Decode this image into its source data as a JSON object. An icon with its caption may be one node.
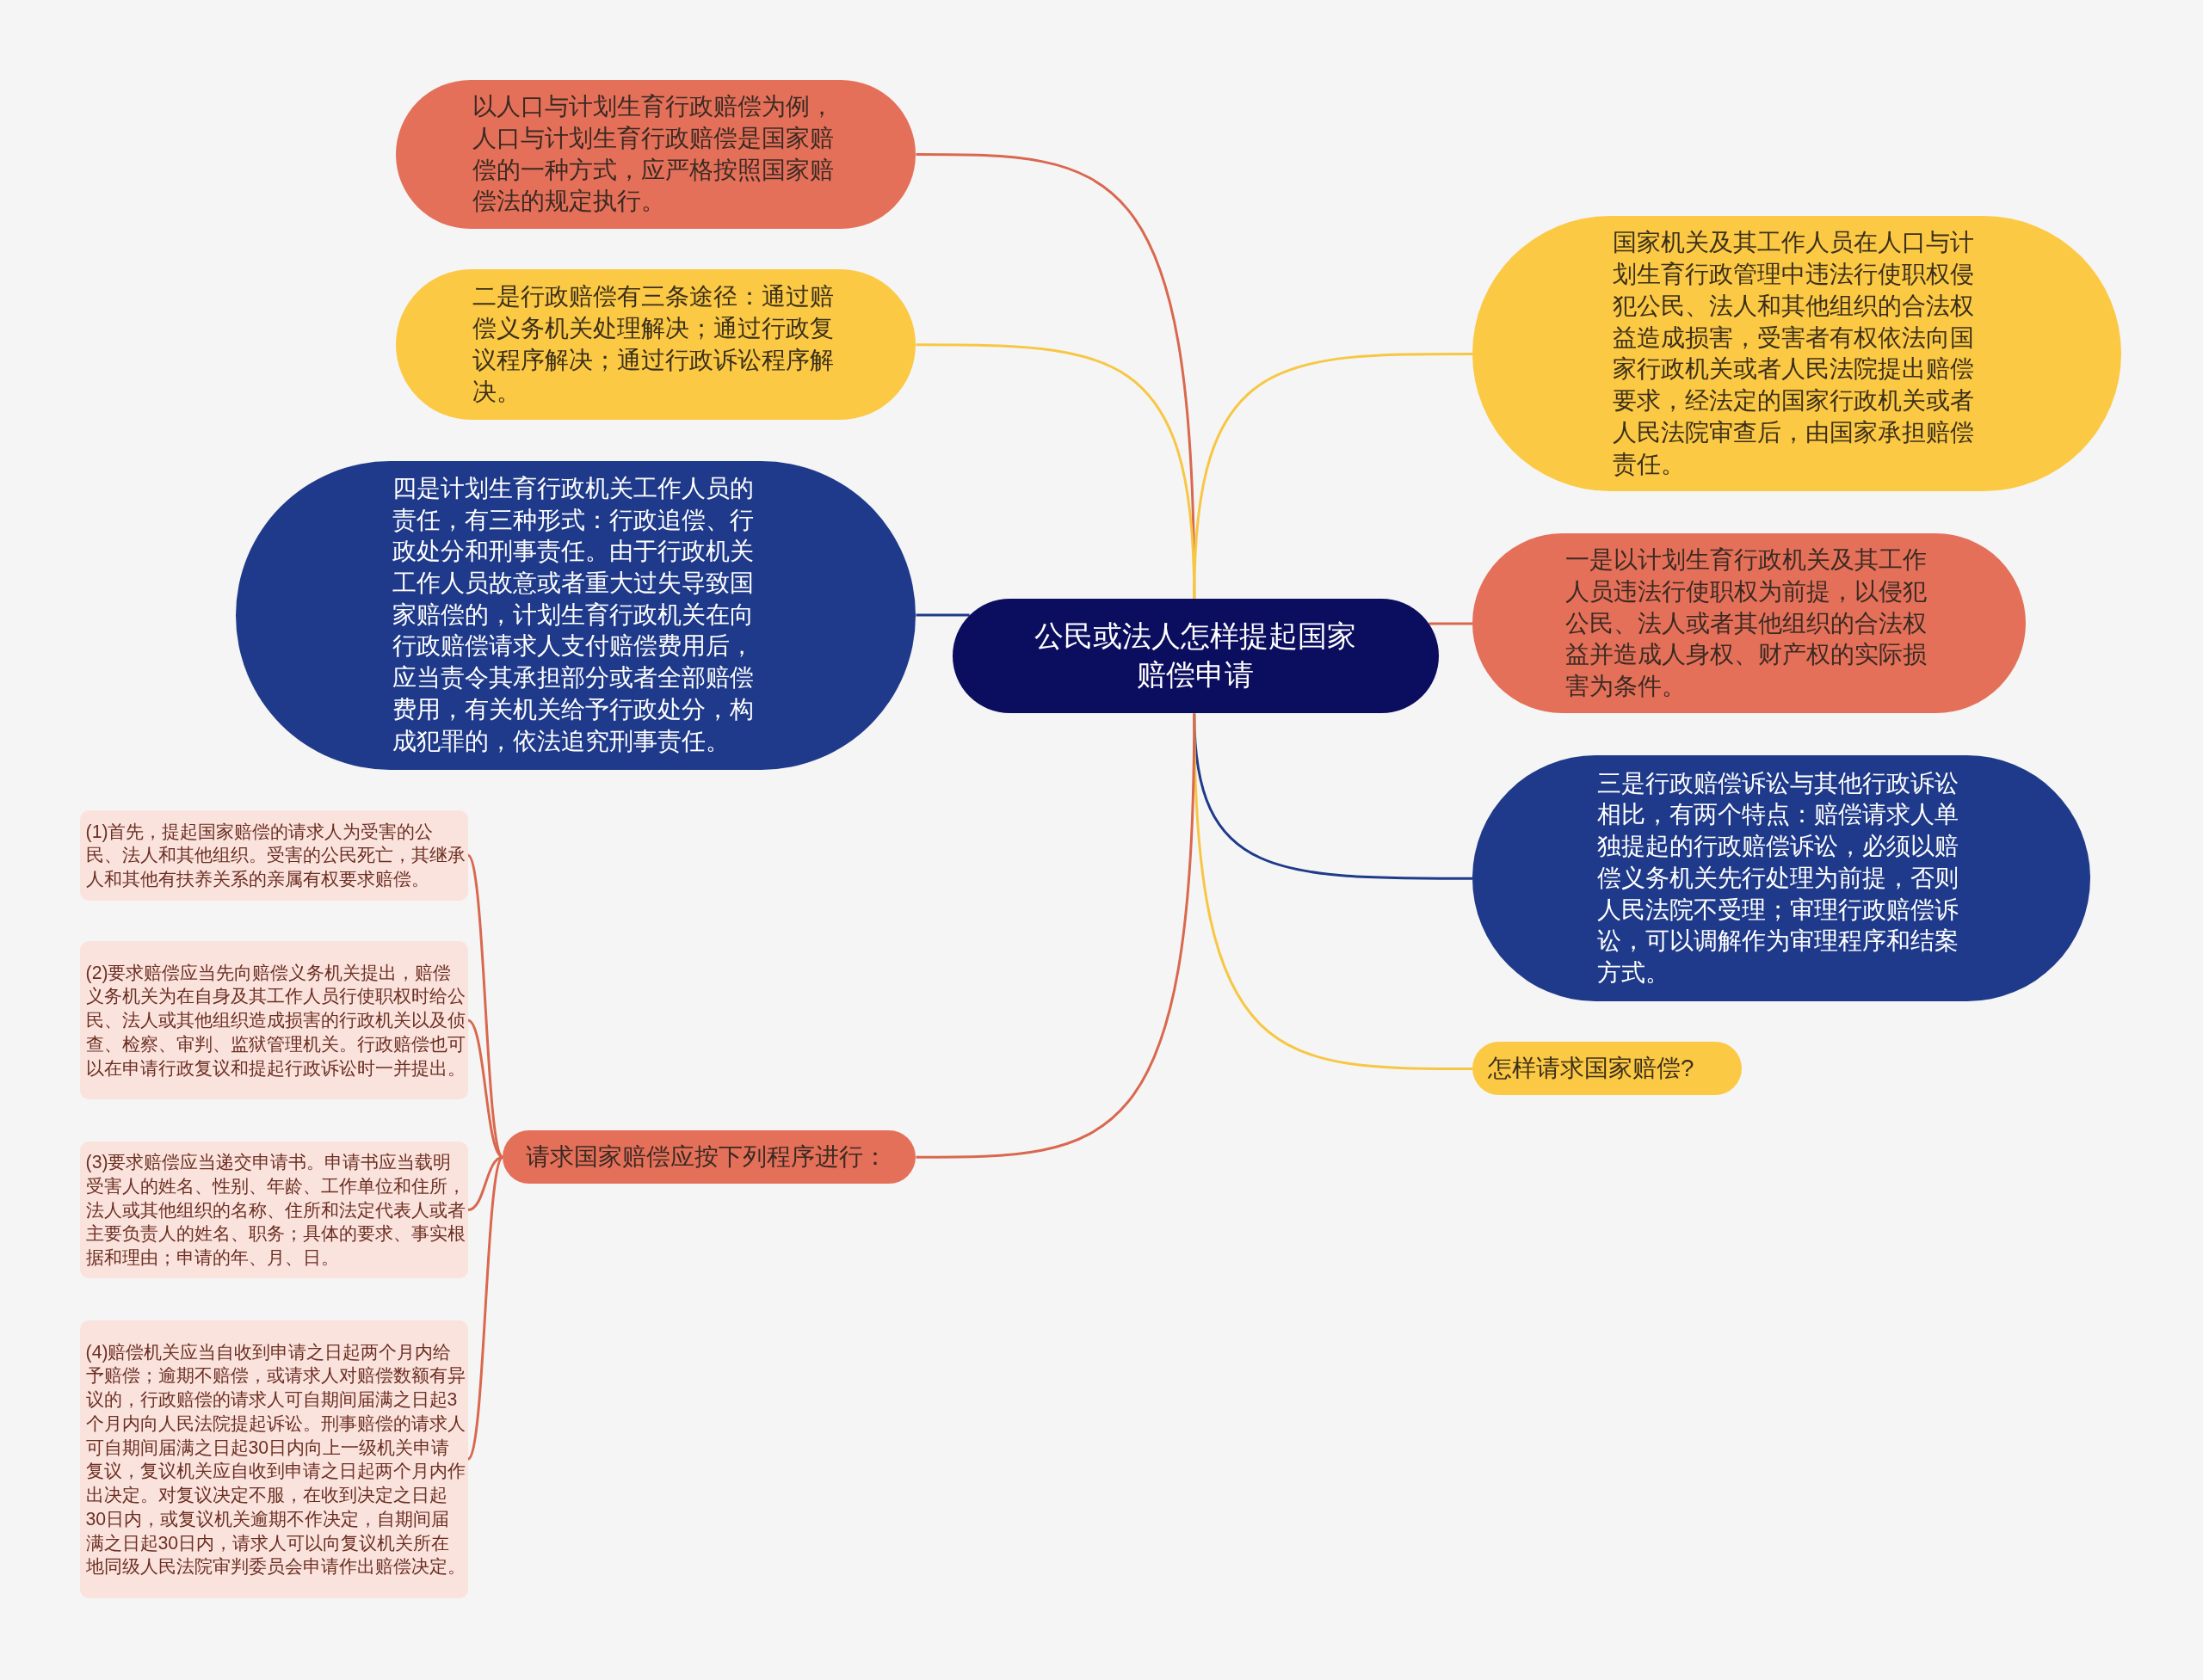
{
  "diagram": {
    "nodes": [
      {
        "text": [
          "公民或法人怎样提起国家赔偿申请"
        ]
      },
      {
        "text": [
          "以人口与计划生育行政赔偿为例，人口与计划生育行政赔偿是国家赔偿的一种方式，应严格按照国家赔偿法的规定执行。"
        ]
      },
      {
        "text": [
          "二是行政赔偿有三条途径：通过赔偿义务机关处理解决；通过行政复议程序解决；通过行政诉讼程序解决。"
        ]
      },
      {
        "text": [
          "四是计划生育行政机关工作人员的责任，有三种形式：行政追偿、行政处分和刑事责任。由于行政机关工作人员故意或者重大过失导致国家赔偿的，计划生育行政机关在向行政赔偿请求人支付赔偿费用后，应当责令其承担部分或者全部赔偿费用，有关机关给予行政处分，构成犯罪的，依法追究刑事责任。"
        ]
      },
      {
        "text": [
          "国家机关及其工作人员在人口与计划生育行政管理中违法行使职权侵犯公民、法人和其他组织的合法权益造成损害，受害者有权依法向国家行政机关或者人民法院提出赔偿要求，经法定的国家行政机关或者人民法院审查后，由国家承担赔偿责任。"
        ]
      },
      {
        "text": [
          "一是以计划生育行政机关及其工作人员违法行使职权为前提，以侵犯公民、法人或者其他组织的合法权益并造成人身权、财产权的实际损害为条件。"
        ]
      },
      {
        "text": [
          "三是行政赔偿诉讼与其他行政诉讼相比，有两个特点：赔偿请求人单独提起的行政赔偿诉讼，必须以赔偿义务机关先行处理为前提，否则人民法院不受理；审理行政赔偿诉讼，可以调解作为审理程序和结案方式。"
        ]
      },
      {
        "text": [
          "怎样请求国家赔偿?"
        ]
      },
      {
        "text": [
          "请求国家赔偿应按下列程序进行："
        ]
      },
      {
        "text": [
          "(1)首先，提起国家赔偿的请求人为受害的公民、法人和其他组织。受害的公民死亡，其继承人和其他有扶养关系的亲属有权要求赔偿。"
        ]
      },
      {
        "text": [
          "(2)要求赔偿应当先向赔偿义务机关提出，赔偿义务机关为在自身及其工作人员行使职权时给公民、法人或其他组织造成损害的行政机关以及侦查、检察、审判、监狱管理机关。行政赔偿也可以在申请行政复议和提起行政诉讼时一并提出。"
        ]
      },
      {
        "text": [
          "(3)要求赔偿应当递交申请书。申请书应当载明受害人的姓名、性别、年龄、工作单位和住所，法人或其他组织的名称、住所和法定代表人或者主要负责人的姓名、职务；具体的要求、事实根据和理由；申请的年、月、日。"
        ]
      },
      {
        "text": [
          "(4)赔偿机关应当自收到申请之日起两个月内给予赔偿；逾期不赔偿，或请求人对赔偿数额有异议的，行政赔偿的请求人可自期间届满之日起3个月内向人民法院提起诉讼。刑事赔偿的请求人可自期间届满之日起30日内向上一级机关申请复议，复议机关应自收到申请之日起两个月内作出决定。对复议决定不服，在收到决定之日起30日内，或复议机关逾期不作决定，自期间届满之日起30日内，请求人可以向复议机关所在地同级人民法院审判委员会申请作出赔偿决定。"
        ]
      }
    ],
    "edges": [
      {
        "from": 0,
        "to": 1,
        "arrow": "none"
      },
      {
        "from": 0,
        "to": 2,
        "arrow": "none",
        "color": "#f7c744"
      },
      {
        "from": 0,
        "to": 3,
        "arrow": "none",
        "color": "#1f3a8a"
      },
      {
        "from": 0,
        "to": 4,
        "arrow": "none",
        "color": "#f7c744"
      },
      {
        "from": 0,
        "to": 5,
        "arrow": "none"
      },
      {
        "from": 0,
        "to": 6,
        "arrow": "none",
        "color": "#1f3a8a"
      },
      {
        "from": 0,
        "to": 7,
        "arrow": "none",
        "color": "#f7c744"
      },
      {
        "from": 0,
        "to": 8,
        "arrow": "none"
      },
      {
        "from": 8,
        "to": 9,
        "arrow": "none"
      },
      {
        "from": 8,
        "to": 10,
        "arrow": "none"
      },
      {
        "from": 8,
        "to": 11,
        "arrow": "none"
      },
      {
        "from": 8,
        "to": 12,
        "arrow": "none"
      }
    ]
  }
}
